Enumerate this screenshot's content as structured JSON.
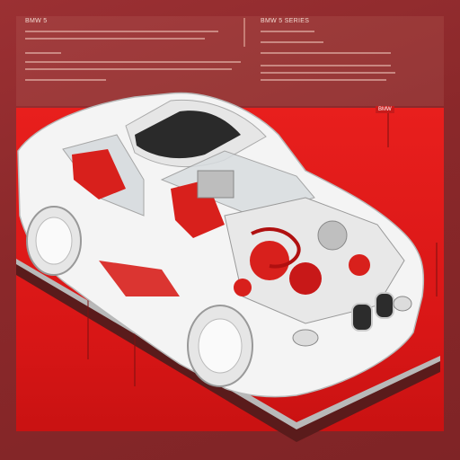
{
  "header": {
    "left_label": "BMW 5",
    "right_label": "BMW 5 SERIES",
    "side_label": "BMW"
  },
  "colors": {
    "background": "#8e2a2c",
    "accent_red": "#e0191a",
    "body_white": "#f4f4f4",
    "engine_red": "#d8201c"
  }
}
